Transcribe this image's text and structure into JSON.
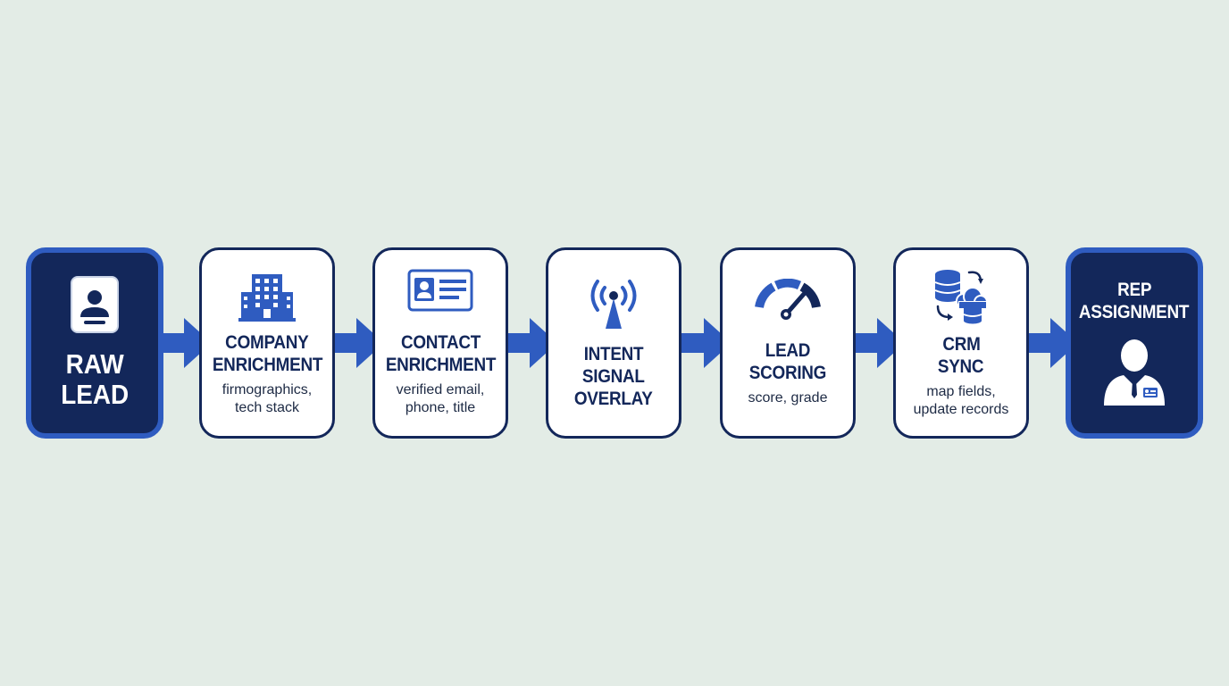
{
  "colors": {
    "background": "#e3ece6",
    "navy": "#13275a",
    "accent_blue": "#2f5cc0",
    "card_white": "#ffffff"
  },
  "steps": [
    {
      "title_lines": [
        "RAW",
        "LEAD"
      ],
      "icon": "user-profile-icon",
      "style": "dark"
    },
    {
      "title_lines": [
        "COMPANY",
        "ENRICHMENT"
      ],
      "subtitle_lines": [
        "firmographics,",
        "tech stack"
      ],
      "icon": "building-icon",
      "style": "light"
    },
    {
      "title_lines": [
        "CONTACT",
        "ENRICHMENT"
      ],
      "subtitle_lines": [
        "verified email,",
        "phone, title"
      ],
      "icon": "contact-card-icon",
      "style": "light"
    },
    {
      "title_lines": [
        "INTENT",
        "SIGNAL",
        "OVERLAY"
      ],
      "icon": "signal-tower-icon",
      "style": "light"
    },
    {
      "title_lines": [
        "LEAD",
        "SCORING"
      ],
      "subtitle_lines": [
        "score, grade"
      ],
      "icon": "gauge-icon",
      "style": "light"
    },
    {
      "title_lines": [
        "CRM",
        "SYNC"
      ],
      "subtitle_lines": [
        "map fields,",
        "update records"
      ],
      "icon": "database-cloud-sync-icon",
      "style": "light"
    },
    {
      "title_lines": [
        "REP",
        "ASSIGNMENT"
      ],
      "icon": "sales-rep-icon",
      "style": "dark"
    }
  ],
  "connectors": 6
}
